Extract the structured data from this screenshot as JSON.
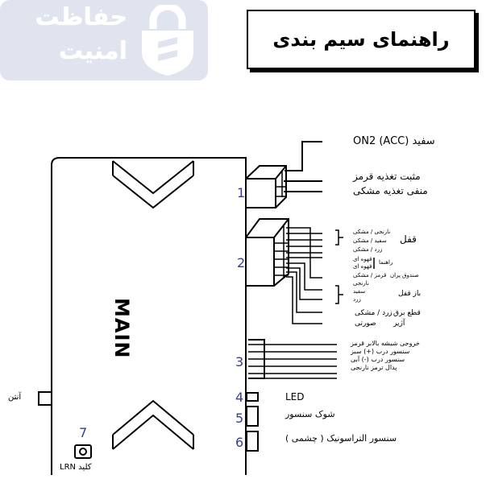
{
  "logo": {
    "line1": "حفاظت",
    "line2": "امنیت"
  },
  "title": "راهنمای سیم بندی",
  "main_label": "MAIN",
  "ports": [
    "1",
    "2",
    "3",
    "4",
    "5",
    "6",
    "7"
  ],
  "labels": {
    "acc": "سفید ON2 (ACC)",
    "pos": "مثبت تغذیه   قرمز",
    "neg": "منفی تغذیه مشکی",
    "g2a": "نارنجی / مشکی",
    "g2b": "سفید / مشکی",
    "g2c": "زرد / مشکی",
    "lock": "قفل",
    "g2d": "قهوه ای",
    "g2e": "قهوه ای",
    "turn": "راهنما",
    "g2f": "قرمز / مشکی",
    "trunk": "صندوق پران",
    "g2g": "نارنجی",
    "g2h": "سفید",
    "g2i": "زرد",
    "unlock": "باز قفل",
    "cut1": "زرد / مشکی",
    "cut2": "قطع برق",
    "pink": "صورتی",
    "siren": "آژیر",
    "o1": "خروجی شیشه بالابر  قرمز",
    "o2": "سنسور درب (+)     سبز",
    "o3": "سنسور درب (-)      آبی",
    "o4": "پدال ترمز       نارنجی",
    "led": "LED",
    "shock": "شوک سنسور",
    "ultra": "سنسور التراسونیک ( چشمی )",
    "antenna": "آنتن",
    "lrn": "کلید LRN"
  }
}
